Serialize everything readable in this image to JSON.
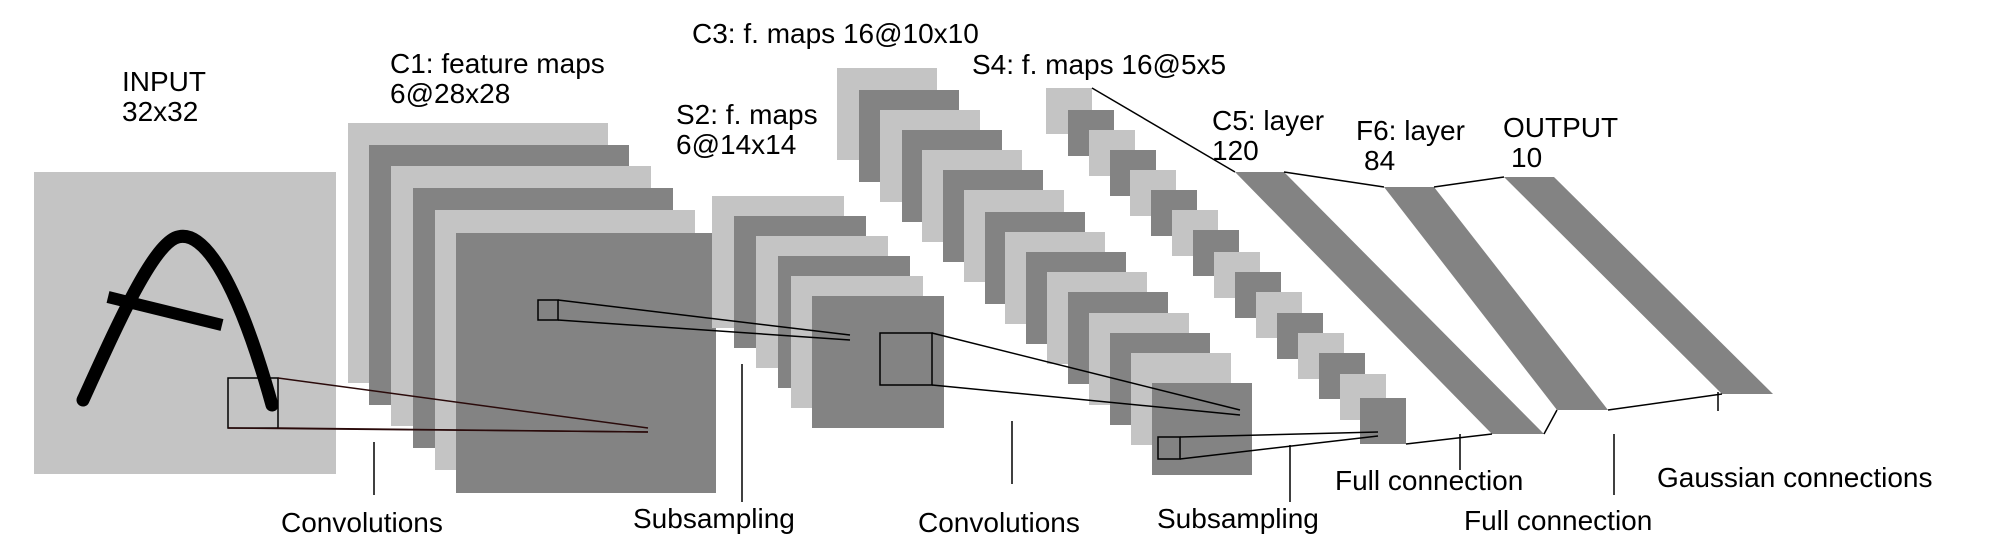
{
  "layers": {
    "input": {
      "name": "INPUT",
      "size": "32x32"
    },
    "c1": {
      "name": "C1: feature maps",
      "size": "6@28x28"
    },
    "s2": {
      "name": "S2: f. maps",
      "size": "6@14x14"
    },
    "c3": {
      "name": "C3: f. maps 16@10x10"
    },
    "s4": {
      "name": "S4: f. maps 16@5x5"
    },
    "c5": {
      "name": "C5: layer",
      "size": "120"
    },
    "f6": {
      "name": "F6: layer",
      "size": "84"
    },
    "output": {
      "name": "OUTPUT",
      "size": "10"
    }
  },
  "operations": {
    "conv1": "Convolutions",
    "sub1": "Subsampling",
    "conv2": "Convolutions",
    "sub2": "Subsampling",
    "full1": "Full connection",
    "full2": "Full connection",
    "gauss": "Gaussian connections"
  },
  "colors": {
    "light_gray": "#c4c4c4",
    "dark_gray": "#838383",
    "line": "#000000",
    "stroke_dark": "#2a0a0a"
  }
}
